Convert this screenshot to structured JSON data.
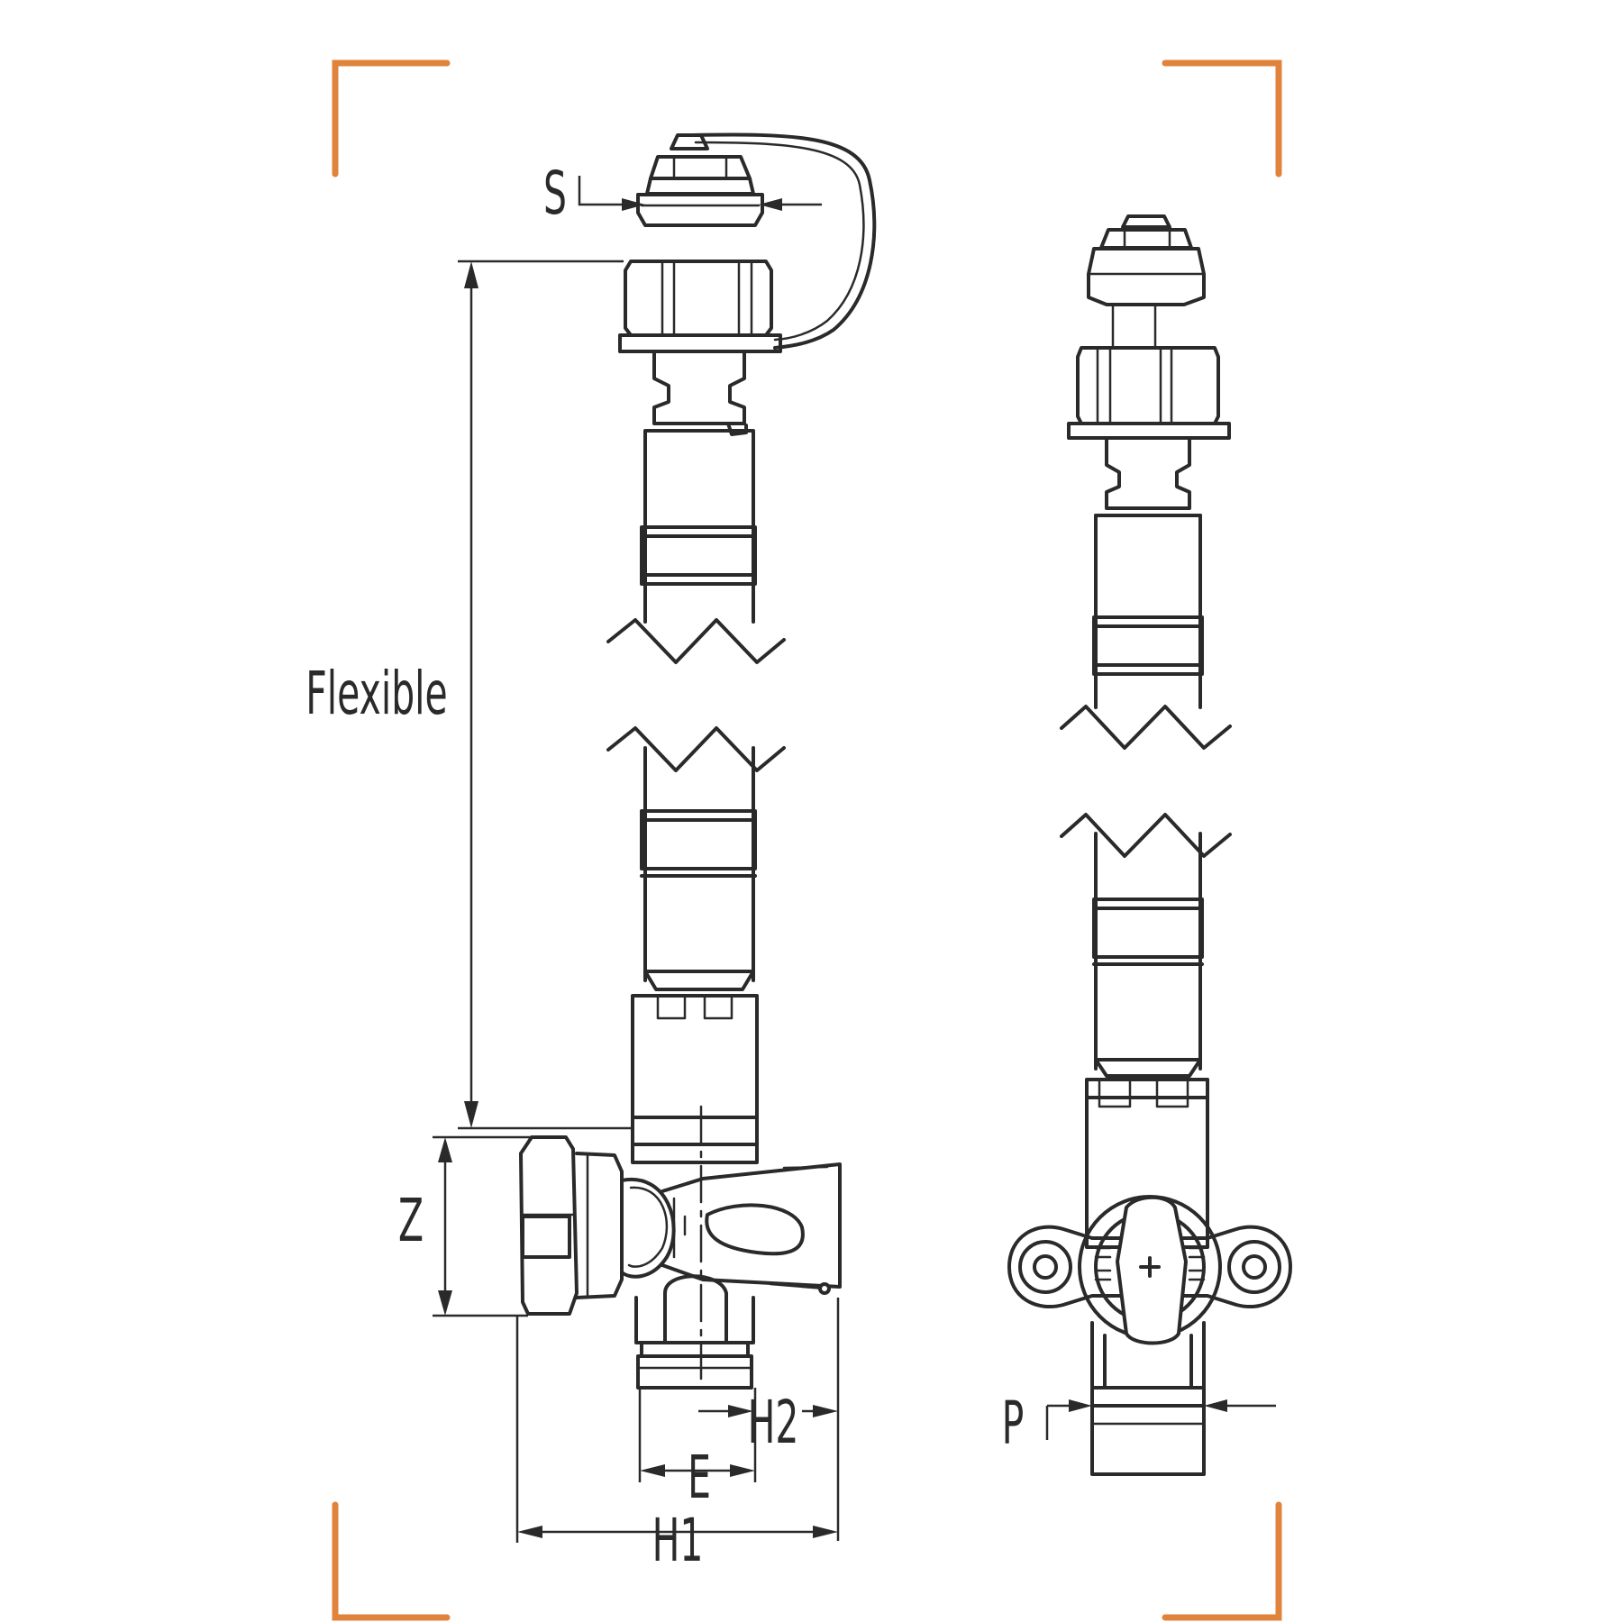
{
  "colors": {
    "accent": "#e0833c",
    "line": "#2a2a2a"
  },
  "labels": {
    "flexible": "Flexible",
    "s": "S",
    "z": "Z",
    "e": "E",
    "h1": "H1",
    "h2": "H2",
    "p": "P"
  },
  "views": [
    "side-view",
    "front-view"
  ]
}
